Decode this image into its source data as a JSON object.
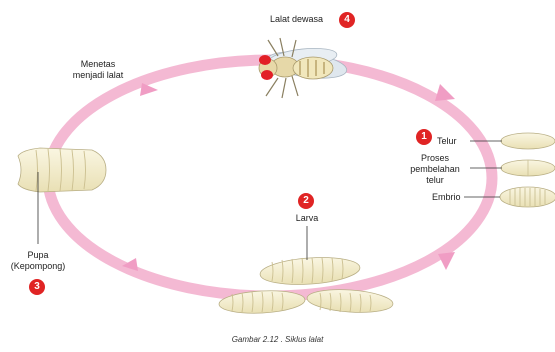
{
  "colors": {
    "cycle": "#f4b9d3",
    "arrow": "#f09dc4",
    "badge": "#e02424",
    "body": "#f5f0d2",
    "body_stroke": "#b8ae84",
    "wing": "#dfe7ee",
    "eye": "#e21f26"
  },
  "stages": {
    "adult": {
      "label": "Lalat dewasa",
      "number": "4"
    },
    "hatch": {
      "label_line1": "Menetas",
      "label_line2": "menjadi lalat"
    },
    "egg": {
      "number": "1",
      "label": "Telur"
    },
    "division": {
      "line1": "Proses",
      "line2": "pembelahan",
      "line3": "telur"
    },
    "embryo": {
      "label": "Embrio"
    },
    "larva": {
      "number": "2",
      "label": "Larva"
    },
    "pupa": {
      "line1": "Pupa",
      "line2": "(Kepompong)",
      "number": "3"
    }
  },
  "caption": "Gambar 2.12 . Siklus lalat"
}
